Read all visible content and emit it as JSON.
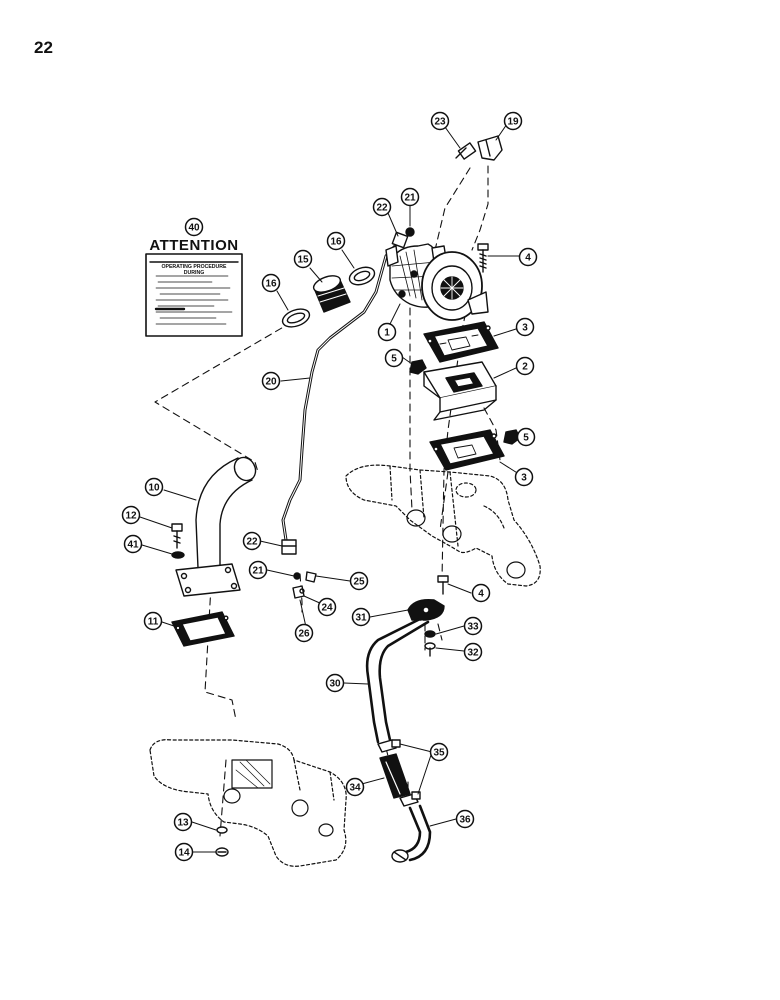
{
  "page": {
    "number": "22"
  },
  "decal": {
    "callout": "40",
    "title": "ATTENTION",
    "line1": "OPERATING PROCEDURE",
    "line2": "DURING"
  },
  "callouts": [
    {
      "id": "c23",
      "label": "23"
    },
    {
      "id": "c19",
      "label": "19"
    },
    {
      "id": "c22a",
      "label": "22"
    },
    {
      "id": "c21a",
      "label": "21"
    },
    {
      "id": "c16a",
      "label": "16"
    },
    {
      "id": "c15",
      "label": "15"
    },
    {
      "id": "c16b",
      "label": "16"
    },
    {
      "id": "c4a",
      "label": "4"
    },
    {
      "id": "c1",
      "label": "1"
    },
    {
      "id": "c3a",
      "label": "3"
    },
    {
      "id": "c5a",
      "label": "5"
    },
    {
      "id": "c2",
      "label": "2"
    },
    {
      "id": "c20",
      "label": "20"
    },
    {
      "id": "c5b",
      "label": "5"
    },
    {
      "id": "c3b",
      "label": "3"
    },
    {
      "id": "c10",
      "label": "10"
    },
    {
      "id": "c12",
      "label": "12"
    },
    {
      "id": "c41",
      "label": "41"
    },
    {
      "id": "c22b",
      "label": "22"
    },
    {
      "id": "c21b",
      "label": "21"
    },
    {
      "id": "c25",
      "label": "25"
    },
    {
      "id": "c24",
      "label": "24"
    },
    {
      "id": "c26",
      "label": "26"
    },
    {
      "id": "c4b",
      "label": "4"
    },
    {
      "id": "c11",
      "label": "11"
    },
    {
      "id": "c31",
      "label": "31"
    },
    {
      "id": "c33",
      "label": "33"
    },
    {
      "id": "c32",
      "label": "32"
    },
    {
      "id": "c30",
      "label": "30"
    },
    {
      "id": "c35",
      "label": "35"
    },
    {
      "id": "c34",
      "label": "34"
    },
    {
      "id": "c13",
      "label": "13"
    },
    {
      "id": "c14",
      "label": "14"
    },
    {
      "id": "c36",
      "label": "36"
    }
  ]
}
